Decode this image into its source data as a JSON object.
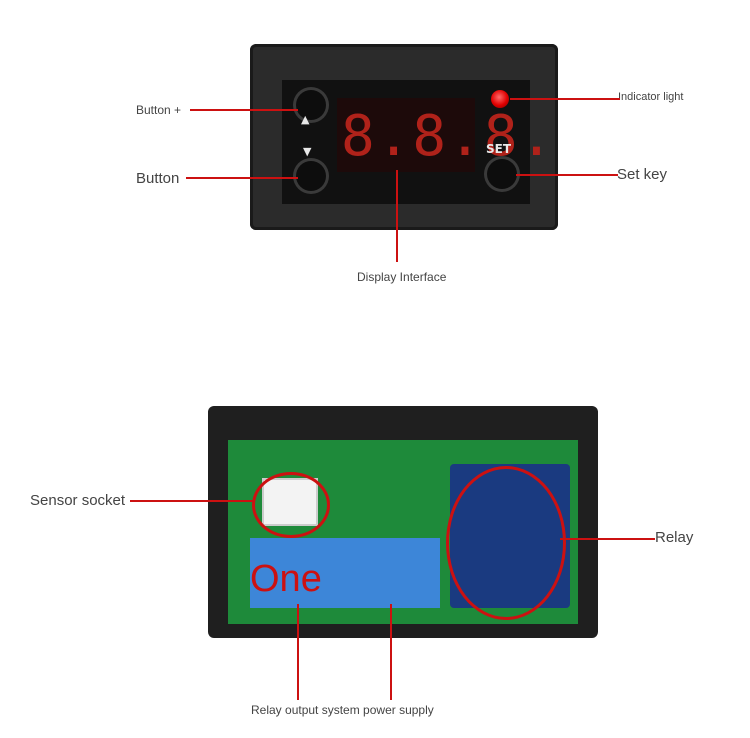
{
  "top_module": {
    "display_digits": "8.8.8.",
    "set_button_text": "SET",
    "up_symbol": "▲",
    "down_symbol": "▼"
  },
  "labels": {
    "button_plus": "Button +",
    "button": "Button",
    "indicator_light": "Indicator light",
    "set_key": "Set key",
    "display_interface": "Display Interface",
    "sensor_socket": "Sensor socket",
    "relay": "Relay",
    "one": "One",
    "bottom_caption": "Relay output system power supply"
  },
  "colors": {
    "annotation_red": "#cc1111",
    "digit_red": "#b0221a",
    "pcb_green": "#1e8a3a",
    "relay_blue": "#1a3a80",
    "terminal_blue": "#3d86d8"
  }
}
